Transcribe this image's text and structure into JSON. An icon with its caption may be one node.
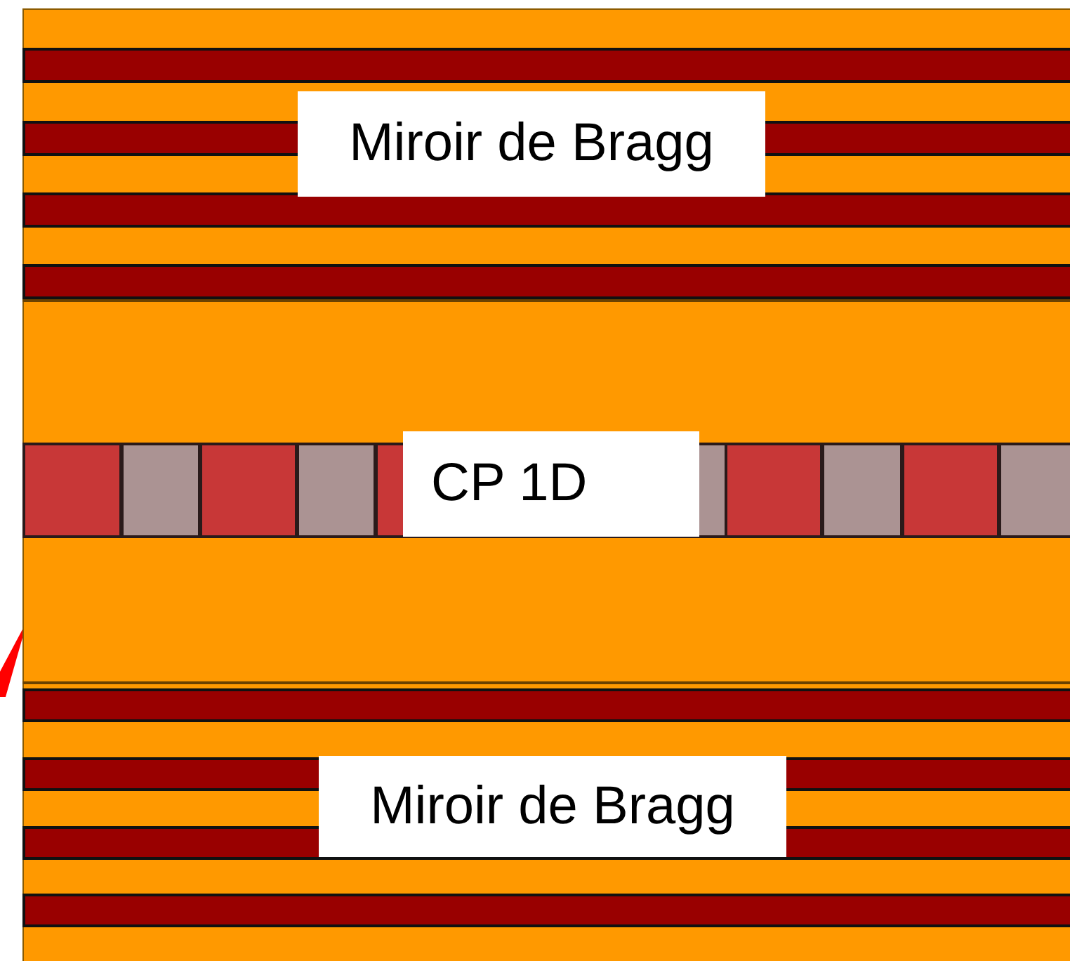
{
  "diagram": {
    "nodes": [
      {
        "text": [
          "Miroir de Bragg"
        ]
      },
      {
        "text": [
          "CP 1D"
        ]
      },
      {
        "text": [
          "Miroir de Bragg"
        ]
      }
    ]
  }
}
